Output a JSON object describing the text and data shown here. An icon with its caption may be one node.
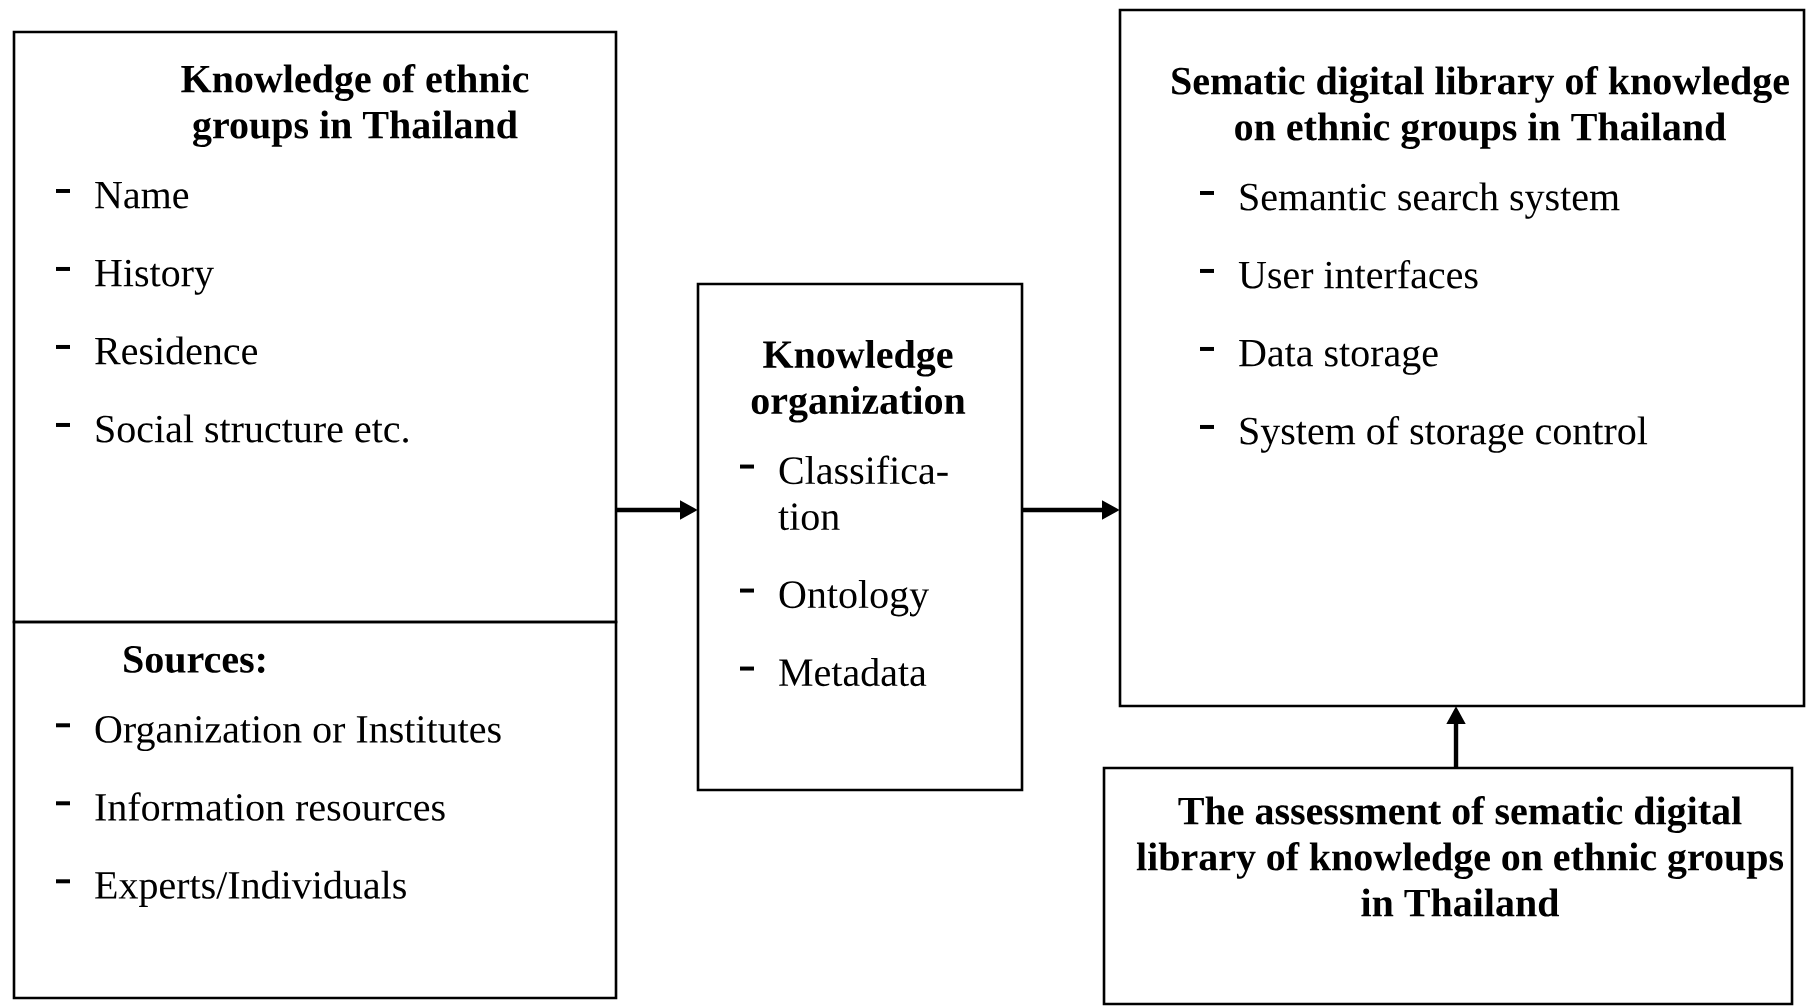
{
  "diagram": {
    "nodes": [
      {
        "text": [
          "Knowledge of ethnic groups in Thailand",
          "Name",
          "History",
          "Residence",
          "Social structure etc."
        ]
      },
      {
        "text": [
          "Sources:",
          "Organization or Institutes",
          "Information resources",
          "Experts/Individuals"
        ]
      },
      {
        "text": [
          "Knowledge organization",
          "Classifica- tion",
          "Ontology",
          "Metadata"
        ]
      },
      {
        "text": [
          "Sematic digital library of knowledge on ethnic groups in Thailand",
          "Semantic search system",
          "User interfaces",
          "Data storage",
          "System of storage control"
        ]
      },
      {
        "text": [
          "The assessment of sematic digital library of knowledge on ethnic groups in Thailand"
        ]
      }
    ],
    "edges": [
      {
        "from": 0,
        "to": 2,
        "arrow": "to"
      },
      {
        "from": 2,
        "to": 3,
        "arrow": "to"
      },
      {
        "from": 4,
        "to": 3,
        "arrow": "to"
      }
    ]
  }
}
